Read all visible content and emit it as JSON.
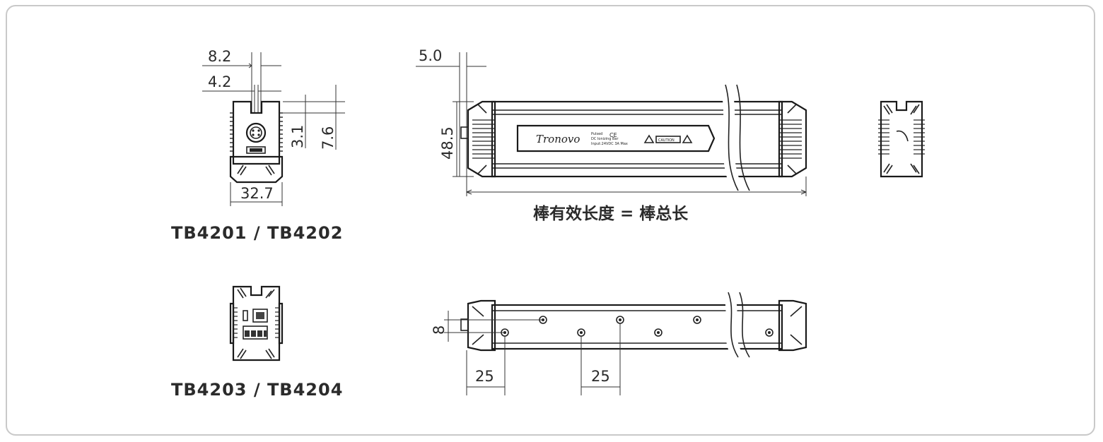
{
  "end_view_top": {
    "dims": {
      "a": "8.2",
      "b": "4.2",
      "c": "3.1",
      "d": "7.6",
      "width": "32.7"
    },
    "caption": "TB4201 / TB4202"
  },
  "end_view_bottom": {
    "caption": "TB4203 / TB4204"
  },
  "front_view": {
    "dims": {
      "offset": "5.0",
      "height": "48.5"
    },
    "label": "棒有效长度 = 棒总长",
    "brand": "Tronovo",
    "plate_lines": [
      "Pulsed",
      "DC Ionizing Bar",
      "Input:24VDC   3A Max"
    ],
    "ce_mark": "CE",
    "caution": "CAUTION"
  },
  "bottom_view": {
    "dims": {
      "height": "8",
      "pitch_a": "25",
      "pitch_b": "25"
    }
  }
}
